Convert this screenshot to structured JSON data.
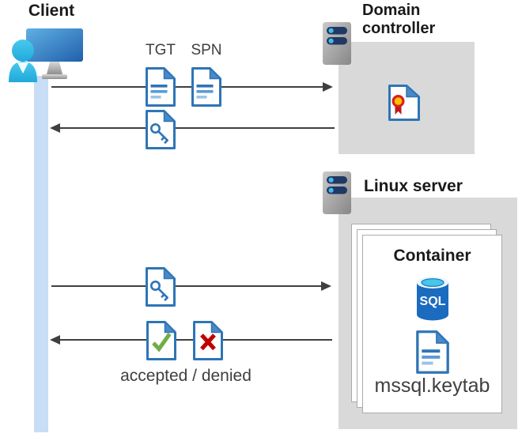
{
  "client": {
    "label": "Client"
  },
  "flow": {
    "tgt_label": "TGT",
    "spn_label": "SPN",
    "result_label": "accepted / denied"
  },
  "domain_controller": {
    "label": "Domain controller"
  },
  "linux_server": {
    "label": "Linux server"
  },
  "container": {
    "title": "Container",
    "sql_label": "SQL",
    "keytab_label": "mssql.keytab"
  },
  "icons": {
    "client-user-icon": "person with monitor workstation",
    "server-icon": "gray server tower with two navy status bars",
    "tgt-document-icon": "blue document with text lines",
    "spn-document-icon": "blue document with text lines",
    "key-ticket-document-icon": "document with key (service ticket)",
    "certificate-document-icon": "document with red/yellow rosette seal",
    "accepted-check-document-icon": "document with green check mark",
    "denied-cross-document-icon": "document with red X",
    "sql-database-icon": "blue SQL database cylinder",
    "keytab-document-icon": "blue document with text lines"
  },
  "colors": {
    "doc_border_blue": "#2e75b6",
    "doc_fold_blue": "#4a89c8",
    "doc_line_mid": "#5b9bd5",
    "doc_line_light": "#9cc3e5",
    "box_gray": "#d9d9d9",
    "lifeline_blue": "#c8ddf6",
    "arrow_gray": "#3f3f3f",
    "check_green": "#70ad47",
    "cross_red": "#c00000",
    "cert_yellow": "#ffc000",
    "sql_blue": "#1b6bbf",
    "sql_cyan": "#45c6ea",
    "server_bar_navy": "#1f3864",
    "person_cyan": "#2fbde6"
  }
}
